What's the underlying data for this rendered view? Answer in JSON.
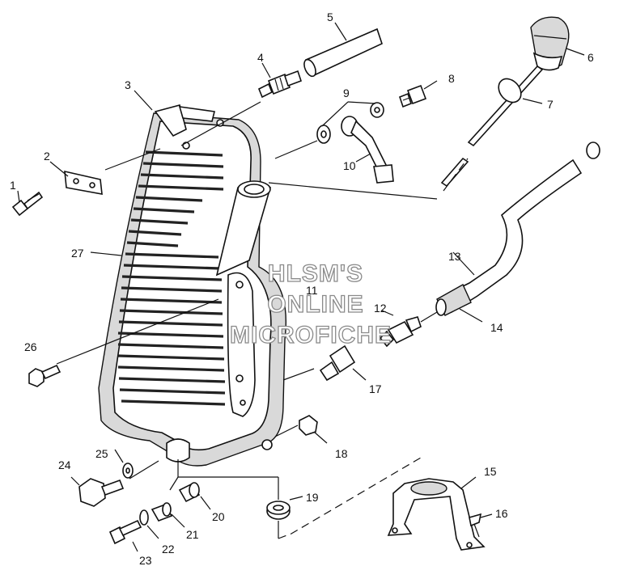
{
  "watermark": {
    "line1": "HLSM'S",
    "line2": "ONLINE",
    "line3": "MICROFICHE"
  },
  "callouts": {
    "c1": "1",
    "c2": "2",
    "c3": "3",
    "c4": "4",
    "c5": "5",
    "c6": "6",
    "c7": "7",
    "c8": "8",
    "c9": "9",
    "c10": "10",
    "c11": "11",
    "c12": "12",
    "c13": "13",
    "c14": "14",
    "c15": "15",
    "c16": "16",
    "c17": "17",
    "c18": "18",
    "c19": "19",
    "c20": "20",
    "c21": "21",
    "c22": "22",
    "c23": "23",
    "c24": "24",
    "c25": "25",
    "c26": "26",
    "c27": "27"
  }
}
